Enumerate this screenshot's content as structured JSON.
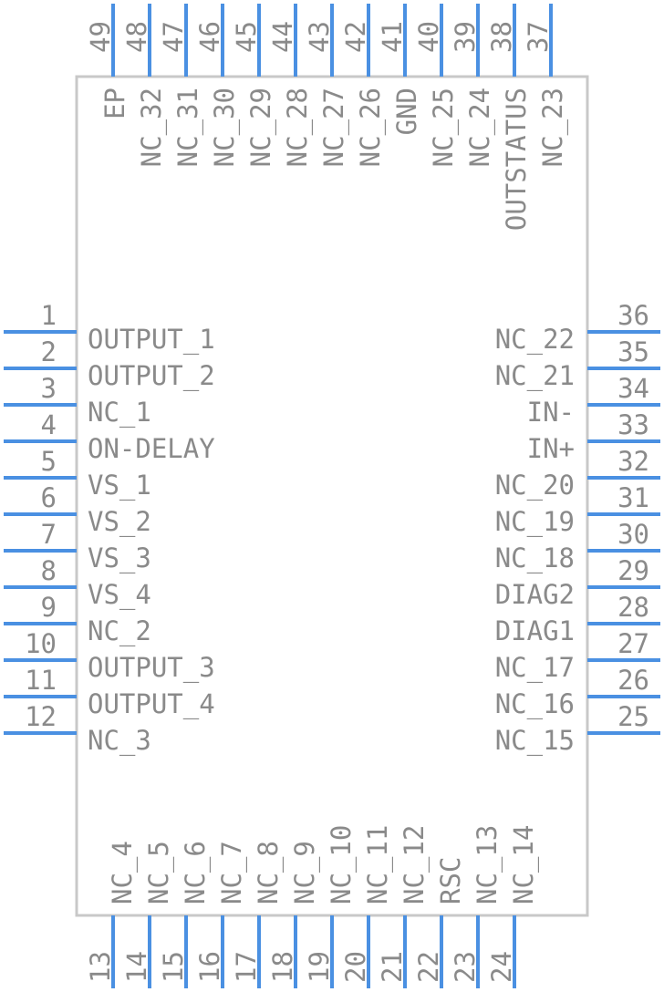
{
  "chip": {
    "left_pins": [
      {
        "num": "1",
        "name": "OUTPUT_1"
      },
      {
        "num": "2",
        "name": "OUTPUT_2"
      },
      {
        "num": "3",
        "name": "NC_1"
      },
      {
        "num": "4",
        "name": "ON-DELAY"
      },
      {
        "num": "5",
        "name": "VS_1"
      },
      {
        "num": "6",
        "name": "VS_2"
      },
      {
        "num": "7",
        "name": "VS_3"
      },
      {
        "num": "8",
        "name": "VS_4"
      },
      {
        "num": "9",
        "name": "NC_2"
      },
      {
        "num": "10",
        "name": "OUTPUT_3"
      },
      {
        "num": "11",
        "name": "OUTPUT_4"
      },
      {
        "num": "12",
        "name": "NC_3"
      }
    ],
    "right_pins": [
      {
        "num": "36",
        "name": "NC_22"
      },
      {
        "num": "35",
        "name": "NC_21"
      },
      {
        "num": "34",
        "name": "IN-"
      },
      {
        "num": "33",
        "name": "IN+"
      },
      {
        "num": "32",
        "name": "NC_20"
      },
      {
        "num": "31",
        "name": "NC_19"
      },
      {
        "num": "30",
        "name": "NC_18"
      },
      {
        "num": "29",
        "name": "DIAG2"
      },
      {
        "num": "28",
        "name": "DIAG1"
      },
      {
        "num": "27",
        "name": "NC_17"
      },
      {
        "num": "26",
        "name": "NC_16"
      },
      {
        "num": "25",
        "name": "NC_15"
      }
    ],
    "bottom_pins": [
      {
        "num": "13",
        "name": "NC_4"
      },
      {
        "num": "14",
        "name": "NC_5"
      },
      {
        "num": "15",
        "name": "NC_6"
      },
      {
        "num": "16",
        "name": "NC_7"
      },
      {
        "num": "17",
        "name": "NC_8"
      },
      {
        "num": "18",
        "name": "NC_9"
      },
      {
        "num": "19",
        "name": "NC_10"
      },
      {
        "num": "20",
        "name": "NC_11"
      },
      {
        "num": "21",
        "name": "NC_12"
      },
      {
        "num": "22",
        "name": "RSC"
      },
      {
        "num": "23",
        "name": "NC_13"
      },
      {
        "num": "24",
        "name": "NC_14"
      }
    ],
    "top_pins": [
      {
        "num": "49",
        "name": "EP"
      },
      {
        "num": "48",
        "name": "NC_32"
      },
      {
        "num": "47",
        "name": "NC_31"
      },
      {
        "num": "46",
        "name": "NC_30"
      },
      {
        "num": "45",
        "name": "NC_29"
      },
      {
        "num": "44",
        "name": "NC_28"
      },
      {
        "num": "43",
        "name": "NC_27"
      },
      {
        "num": "42",
        "name": "NC_26"
      },
      {
        "num": "41",
        "name": "GND"
      },
      {
        "num": "40",
        "name": "NC_25"
      },
      {
        "num": "39",
        "name": "NC_24"
      },
      {
        "num": "38",
        "name": "OUTSTATUS"
      },
      {
        "num": "37",
        "name": "NC_23"
      }
    ]
  },
  "colors": {
    "pin": "#4a90e2",
    "body_outline": "#c8c8c8",
    "text": "#8a8a8a",
    "background": "#ffffff"
  }
}
